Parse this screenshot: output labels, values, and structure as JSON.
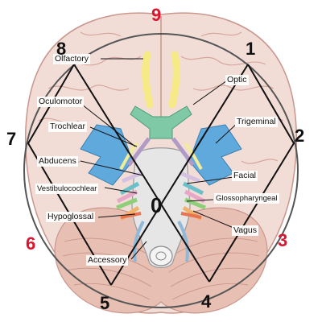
{
  "colors": {
    "background": "#ffffff",
    "brain": "#f2ddd6",
    "brain_line": "#c8968c",
    "cerebellum": "#e8bfb3",
    "brainstem": "#e6e6e6",
    "olfactory": "#f6ea86",
    "optic": "#7fc9a6",
    "oculomotor": "#b09ac6",
    "trochlear": "#f0ec9a",
    "trigeminal": "#5fa9dc",
    "abducens": "#d4c0e0",
    "facial": "#6cc0c9",
    "vestibulocochlear": "#e7a7c6",
    "glossopharyngeal": "#8fcf7a",
    "vagus": "#f0b169",
    "accessory": "#8fb9d8",
    "hypoglossal": "#e7744f",
    "accent_red": "#d9152f",
    "black": "#111111"
  },
  "nerves": {
    "olfactory": "Olfactory",
    "optic": "Optic",
    "oculomotor": "Oculomotor",
    "trochlear": "Trochlear",
    "trigeminal": "Trigeminal",
    "abducens": "Abducens",
    "facial": "Facial",
    "vestibulocochlear": "Vestibulocochlear",
    "glossopharyngeal": "Glossopharyngeal",
    "hypoglossal": "Hypoglossal",
    "vagus": "Vagus",
    "accessory": "Accessory"
  },
  "numbers": {
    "n0": "0",
    "n1": "1",
    "n2": "2",
    "n3": "3",
    "n4": "4",
    "n5": "5",
    "n6": "6",
    "n7": "7",
    "n8": "8",
    "n9": "9"
  }
}
